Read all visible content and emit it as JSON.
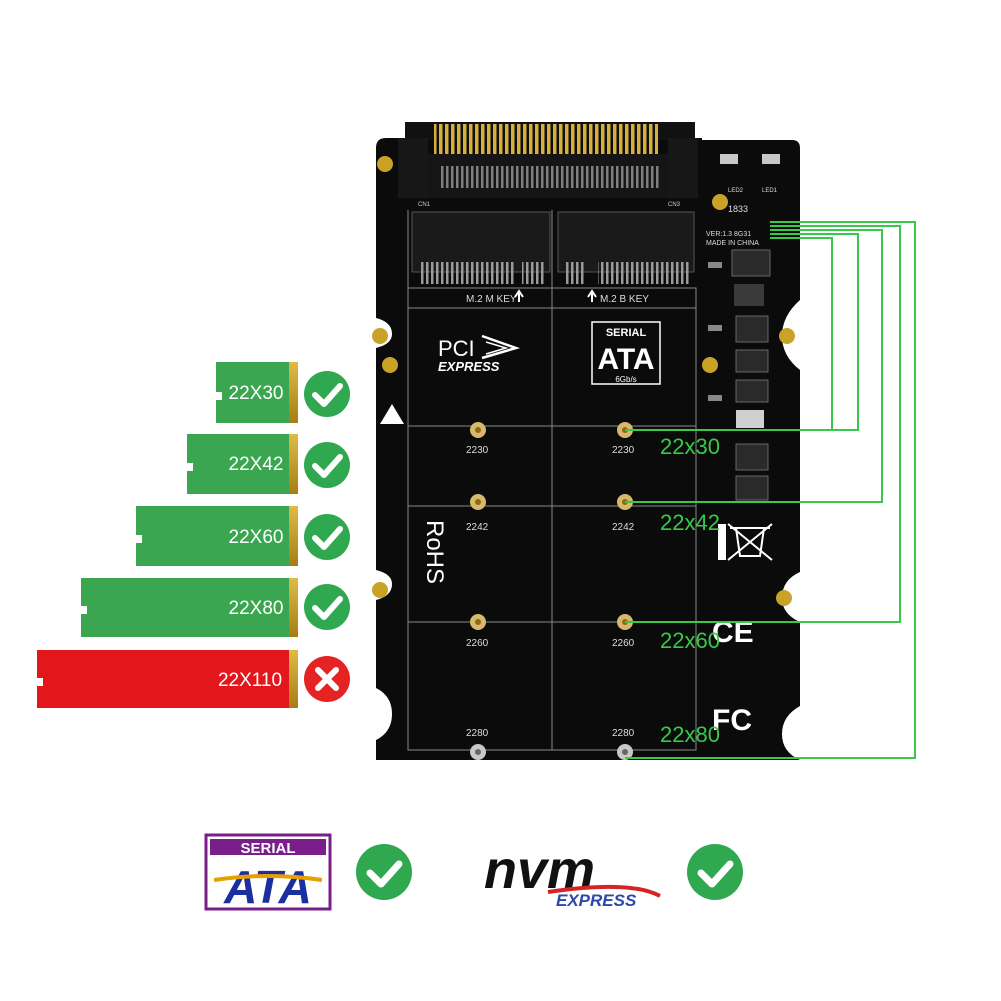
{
  "colors": {
    "green_stick": "#3aa650",
    "red_stick": "#e3161b",
    "gold_contact": "#c9a227",
    "check_green": "#2fa84f",
    "cross_red": "#e52323",
    "board": "#0b0b0b",
    "annotation_green": "#39c94a"
  },
  "ssd_sizes": [
    {
      "label": "22X30",
      "supported": true,
      "icon": "check-icon"
    },
    {
      "label": "22X42",
      "supported": true,
      "icon": "check-icon"
    },
    {
      "label": "22X60",
      "supported": true,
      "icon": "check-icon"
    },
    {
      "label": "22X80",
      "supported": true,
      "icon": "check-icon"
    },
    {
      "label": "22X110",
      "supported": false,
      "icon": "cross-icon"
    }
  ],
  "board": {
    "ch_left": "CN1",
    "ch_right": "CN3",
    "slot_m_label": "M.2 M KEY",
    "slot_b_label": "M.2 B KEY",
    "pci_logo_line1": "PCI",
    "pci_logo_line2": "EXPRESS",
    "sata_logo_line1": "SERIAL",
    "sata_logo_line2": "ATA",
    "sata_logo_line3": "6Gb/s",
    "rohs": "RoHS",
    "version_line1": "VER:1.3   8G31",
    "version_line2": "MADE IN CHINA",
    "model_code": "1833",
    "led2": "LED2",
    "led1": "LED1",
    "mount_labels_left": [
      "2230",
      "2242",
      "2260",
      "2280"
    ],
    "mount_labels_right": [
      "2230",
      "2242",
      "2260",
      "2280"
    ],
    "ce_mark": "CE",
    "fc_mark": "FC"
  },
  "annotations": [
    "22x30",
    "22x42",
    "22x60",
    "22x80"
  ],
  "bottom_logos": {
    "sata_line1": "SERIAL",
    "sata_line2": "ATA",
    "nvm_line1": "nvm",
    "nvm_line2": "EXPRESS",
    "sata_icon": "check-icon",
    "nvm_icon": "check-icon"
  }
}
